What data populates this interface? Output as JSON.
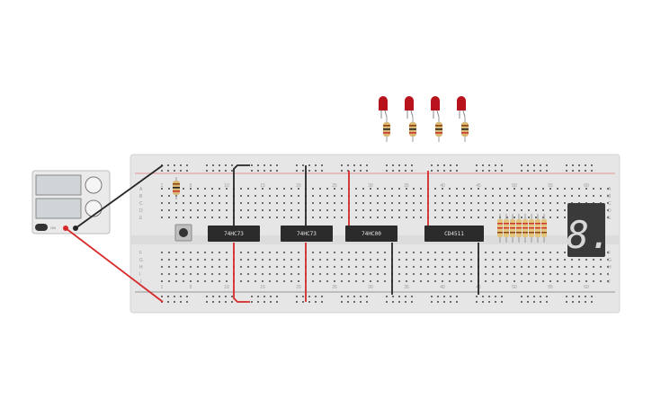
{
  "chips": [
    {
      "id": "chip1",
      "label": "74HC73"
    },
    {
      "id": "chip2",
      "label": "74HC73"
    },
    {
      "id": "chip3",
      "label": "74HC00"
    },
    {
      "id": "chip4",
      "label": "CD4511"
    }
  ],
  "column_numbers": [
    "1",
    "5",
    "10",
    "15",
    "20",
    "25",
    "30",
    "35",
    "40",
    "45",
    "50",
    "55",
    "60"
  ],
  "row_letters_top": [
    "A",
    "B",
    "C",
    "D",
    "E"
  ],
  "row_letters_bottom": [
    "F",
    "G",
    "H",
    "I",
    "J"
  ],
  "leds": {
    "count": 4,
    "color": "#b8121c"
  },
  "resistor_array_count": 8,
  "seven_segment": {
    "digit": "8.",
    "color": "#d8d8d8"
  },
  "power_supply": {
    "button_label": "ON"
  },
  "colors": {
    "breadboard": "#e6e6e6",
    "wire_red": "#d62a2a",
    "wire_black": "#262626",
    "chip_body": "#2b2b2b"
  }
}
